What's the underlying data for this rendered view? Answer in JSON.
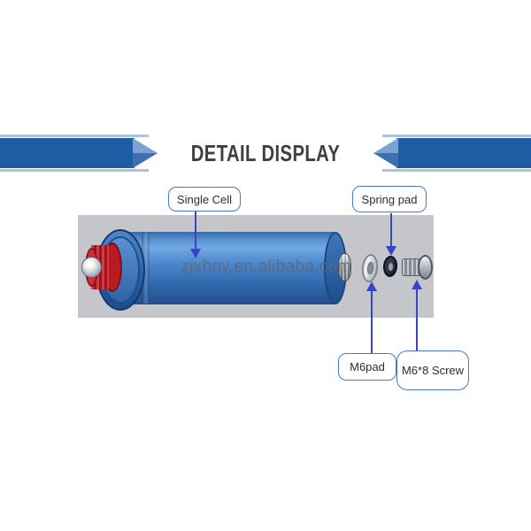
{
  "banner": {
    "title": "DETAIL DISPLAY"
  },
  "diagram": {
    "watermark": "zjxhny.en.alibaba.com",
    "callouts": {
      "single_cell": {
        "label": "Single Cell"
      },
      "spring_pad": {
        "label": "Spring pad"
      },
      "m6_pad": {
        "label": "M6pad"
      },
      "m6_screw": {
        "label": "M6*8 Screw"
      }
    },
    "components": [
      "battery-cell",
      "m6-pad-washer",
      "spring-pad-washer",
      "m6x8-screw"
    ]
  },
  "colors": {
    "banner_blue": "#1e5ca3",
    "banner_stripe": "#a9c3da",
    "chevron_light": "#7aa2d2",
    "label_border": "#4a77c9",
    "arrow_blue": "#3646c4",
    "panel_gray": "#c5c6cb",
    "cell_blue": "#4a85cc",
    "cap_red": "#b81b22"
  }
}
